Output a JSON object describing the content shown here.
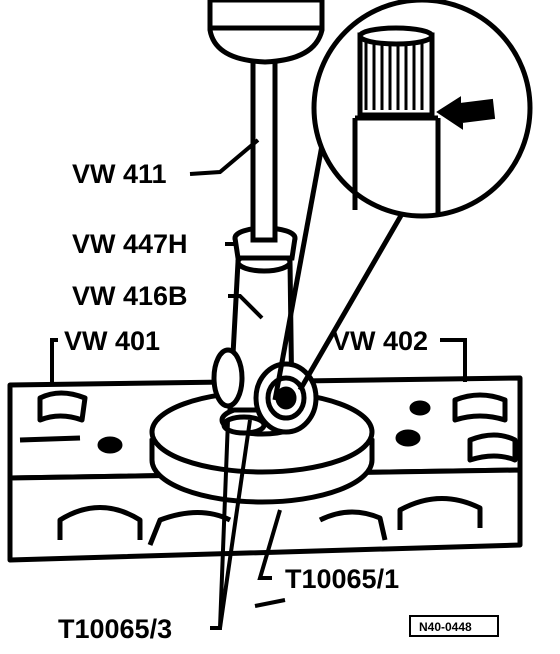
{
  "labels": {
    "vw411": "VW 411",
    "vw447h": "VW 447H",
    "vw416b": "VW 416B",
    "vw401": "VW 401",
    "vw402": "VW 402",
    "t10065_1": "T10065/1",
    "t10065_3": "T10065/3"
  },
  "reference": "N40-0448",
  "colors": {
    "ink": "#000000",
    "paper": "#ffffff"
  }
}
